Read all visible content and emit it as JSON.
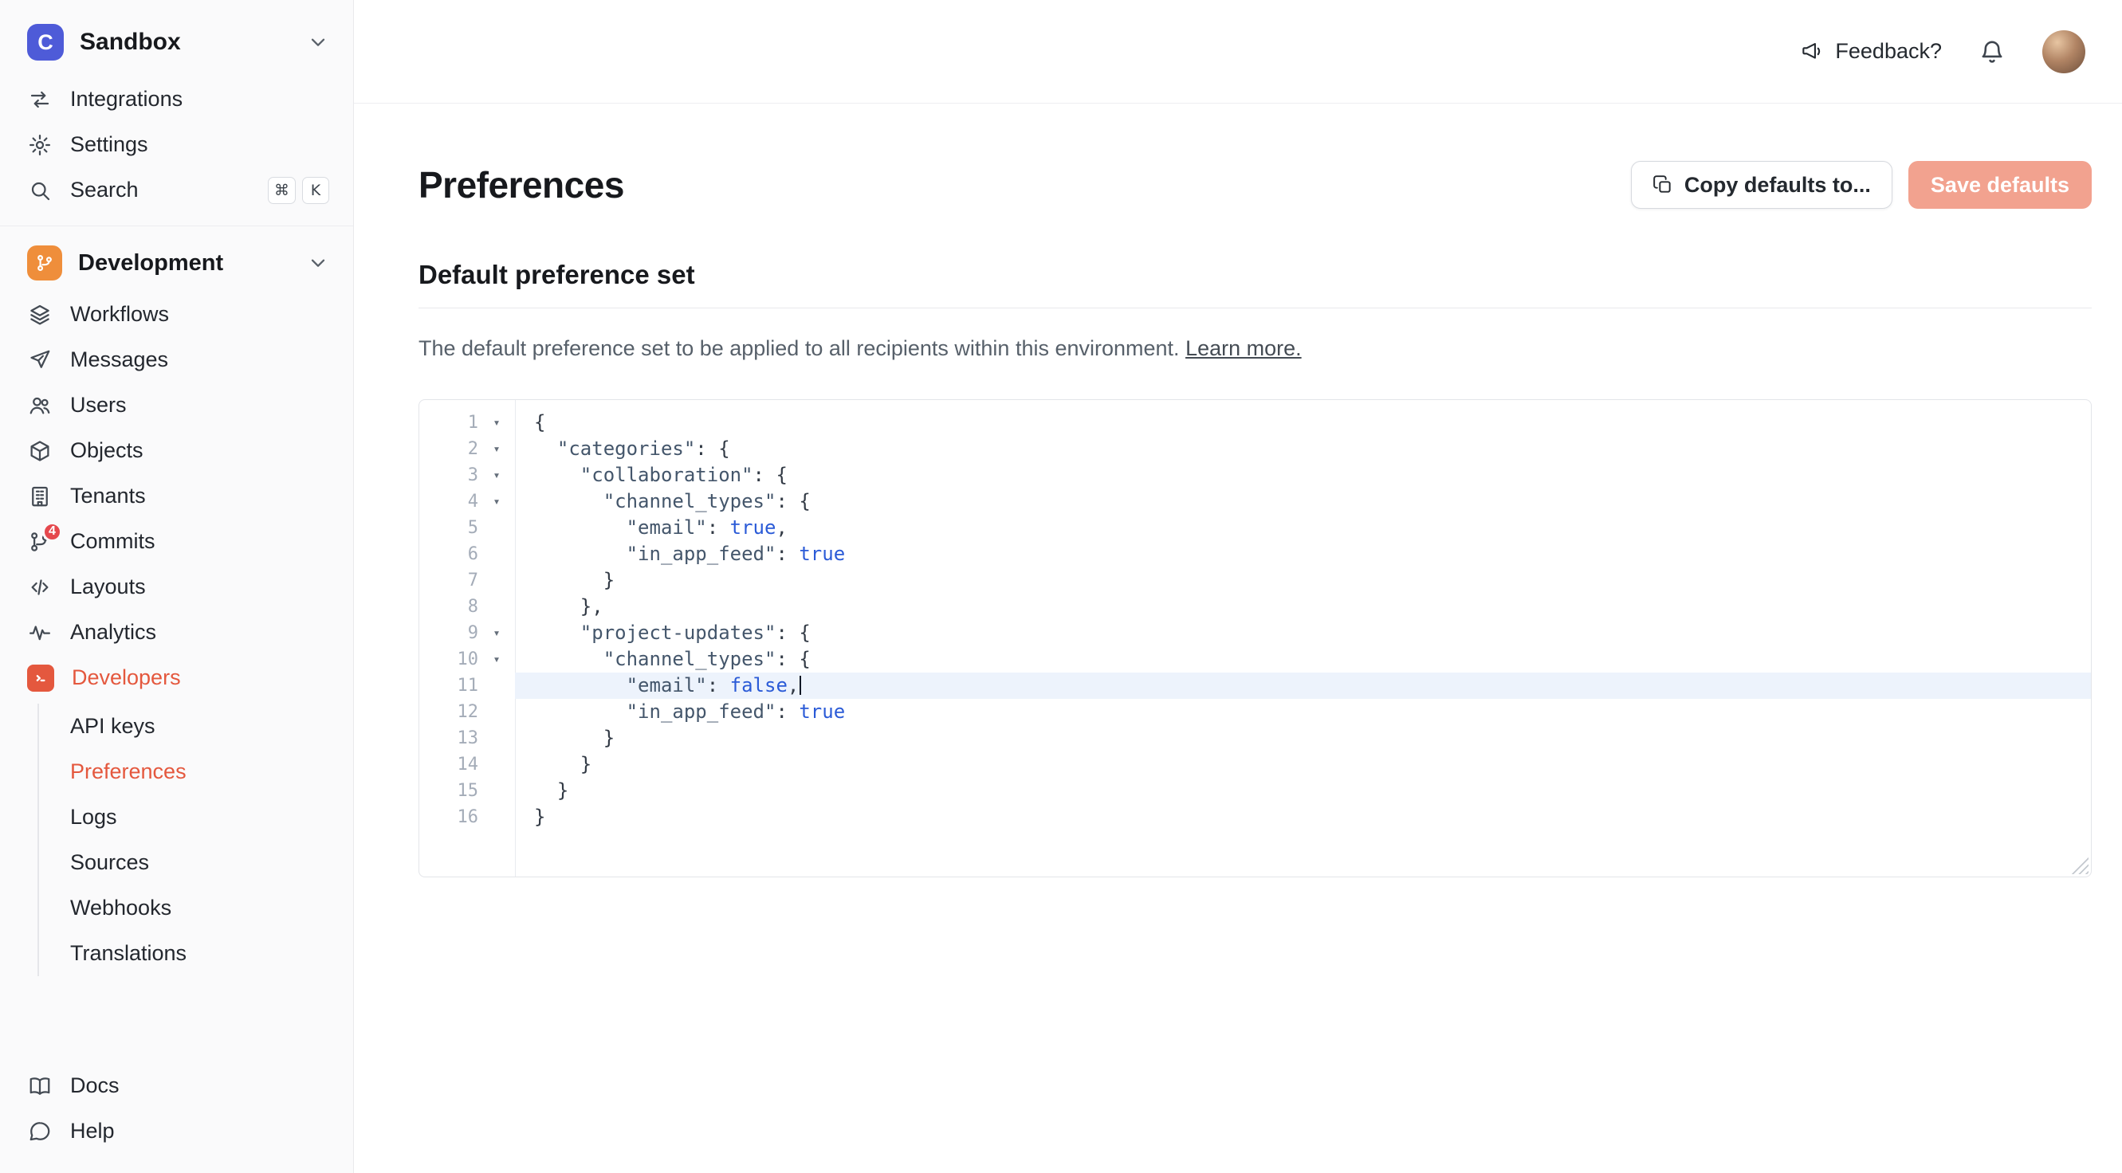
{
  "sidebar": {
    "workspace": {
      "name": "Sandbox",
      "initial": "C"
    },
    "top_items": [
      {
        "label": "Integrations",
        "icon": "integrations"
      },
      {
        "label": "Settings",
        "icon": "settings"
      },
      {
        "label": "Search",
        "icon": "search",
        "shortcut": [
          "⌘",
          "K"
        ]
      }
    ],
    "environment": {
      "name": "Development",
      "icon": "branch"
    },
    "env_items": [
      {
        "label": "Workflows",
        "icon": "workflows"
      },
      {
        "label": "Messages",
        "icon": "messages"
      },
      {
        "label": "Users",
        "icon": "users"
      },
      {
        "label": "Objects",
        "icon": "objects"
      },
      {
        "label": "Tenants",
        "icon": "tenants"
      },
      {
        "label": "Commits",
        "icon": "commits",
        "badge": "4"
      },
      {
        "label": "Layouts",
        "icon": "layouts"
      },
      {
        "label": "Analytics",
        "icon": "analytics"
      },
      {
        "label": "Developers",
        "icon": "developers",
        "active_section": true
      }
    ],
    "developer_items": [
      {
        "label": "API keys"
      },
      {
        "label": "Preferences",
        "active": true
      },
      {
        "label": "Logs"
      },
      {
        "label": "Sources"
      },
      {
        "label": "Webhooks"
      },
      {
        "label": "Translations"
      }
    ],
    "bottom_items": [
      {
        "label": "Docs",
        "icon": "docs"
      },
      {
        "label": "Help",
        "icon": "help"
      }
    ]
  },
  "header": {
    "feedback_label": "Feedback?"
  },
  "main": {
    "title": "Preferences",
    "copy_button": "Copy defaults to...",
    "save_button": "Save defaults",
    "section_title": "Default preference set",
    "description": "The default preference set to be applied to all recipients within this environment.",
    "learn_more": "Learn more."
  },
  "colors": {
    "accent": "#E4583E",
    "save_disabled_bg": "#F2A28F",
    "workspace_logo": "#4E5BD8",
    "environment_icon": "#EF8E3B",
    "boolean_token": "#2B5BD7",
    "active_line_bg": "#EDF3FC",
    "badge_red": "#E5484D"
  },
  "editor": {
    "fold_glyph": "▾",
    "lines": [
      {
        "n": 1,
        "fold": true,
        "seg": [
          [
            "{",
            "p"
          ]
        ]
      },
      {
        "n": 2,
        "fold": true,
        "seg": [
          [
            "  ",
            "p"
          ],
          [
            "\"categories\"",
            "k"
          ],
          [
            ": {",
            "p"
          ]
        ]
      },
      {
        "n": 3,
        "fold": true,
        "seg": [
          [
            "    ",
            "p"
          ],
          [
            "\"collaboration\"",
            "k"
          ],
          [
            ": {",
            "p"
          ]
        ]
      },
      {
        "n": 4,
        "fold": true,
        "seg": [
          [
            "      ",
            "p"
          ],
          [
            "\"channel_types\"",
            "k"
          ],
          [
            ": {",
            "p"
          ]
        ]
      },
      {
        "n": 5,
        "seg": [
          [
            "        ",
            "p"
          ],
          [
            "\"email\"",
            "k"
          ],
          [
            ": ",
            "p"
          ],
          [
            "true",
            "b"
          ],
          [
            ",",
            "p"
          ]
        ]
      },
      {
        "n": 6,
        "seg": [
          [
            "        ",
            "p"
          ],
          [
            "\"in_app_feed\"",
            "k"
          ],
          [
            ": ",
            "p"
          ],
          [
            "true",
            "b"
          ]
        ]
      },
      {
        "n": 7,
        "seg": [
          [
            "      }",
            "p"
          ]
        ]
      },
      {
        "n": 8,
        "seg": [
          [
            "    },",
            "p"
          ]
        ]
      },
      {
        "n": 9,
        "fold": true,
        "seg": [
          [
            "    ",
            "p"
          ],
          [
            "\"project-updates\"",
            "k"
          ],
          [
            ": {",
            "p"
          ]
        ]
      },
      {
        "n": 10,
        "fold": true,
        "seg": [
          [
            "      ",
            "p"
          ],
          [
            "\"channel_types\"",
            "k"
          ],
          [
            ": {",
            "p"
          ]
        ]
      },
      {
        "n": 11,
        "active": true,
        "cursor": true,
        "seg": [
          [
            "        ",
            "p"
          ],
          [
            "\"email\"",
            "k"
          ],
          [
            ": ",
            "p"
          ],
          [
            "false",
            "b"
          ],
          [
            ",",
            "p"
          ]
        ]
      },
      {
        "n": 12,
        "seg": [
          [
            "        ",
            "p"
          ],
          [
            "\"in_app_feed\"",
            "k"
          ],
          [
            ": ",
            "p"
          ],
          [
            "true",
            "b"
          ]
        ]
      },
      {
        "n": 13,
        "seg": [
          [
            "      }",
            "p"
          ]
        ]
      },
      {
        "n": 14,
        "seg": [
          [
            "    }",
            "p"
          ]
        ]
      },
      {
        "n": 15,
        "seg": [
          [
            "  }",
            "p"
          ]
        ]
      },
      {
        "n": 16,
        "seg": [
          [
            "}",
            "p"
          ]
        ]
      }
    ]
  }
}
